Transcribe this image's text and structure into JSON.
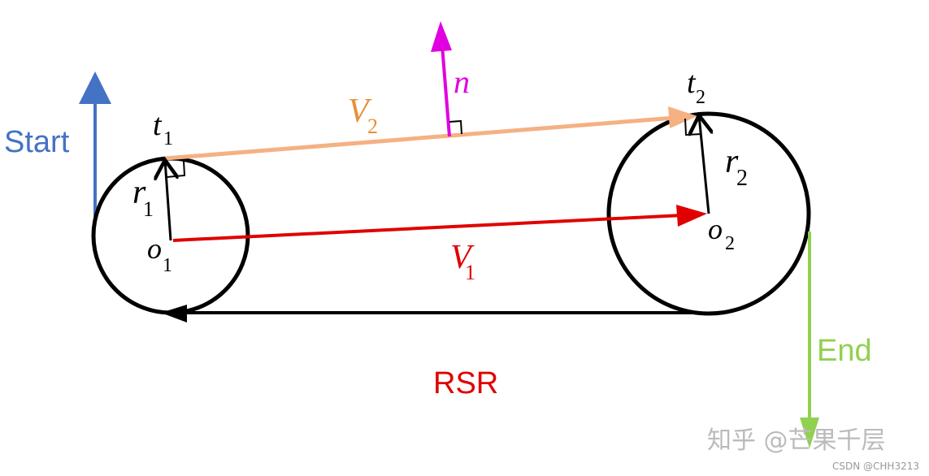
{
  "labels": {
    "start": "Start",
    "end": "End",
    "rsr": "RSR",
    "t1_main": "t",
    "t1_sub": "1",
    "t2_main": "t",
    "t2_sub": "2",
    "r1_main": "r",
    "r1_sub": "1",
    "r2_main": "r",
    "r2_sub": "2",
    "o1_main": "o",
    "o1_sub": "1",
    "o2_main": "o",
    "o2_sub": "2",
    "v1_main": "V",
    "v1_sub": "1",
    "v2_main": "V",
    "v2_sub": "2",
    "n": "n"
  },
  "watermark": {
    "main": "知乎 @芒果千层",
    "sub": "CSDN @CHH3213"
  },
  "colors": {
    "start": "#4472C4",
    "end": "#92D050",
    "rsr": "#E00000",
    "v1": "#E00000",
    "v2_line": "#F4B183",
    "v2_label": "#E69138",
    "n": "#E000E0",
    "circle": "#000000",
    "watermark": "#BBBBBB"
  }
}
